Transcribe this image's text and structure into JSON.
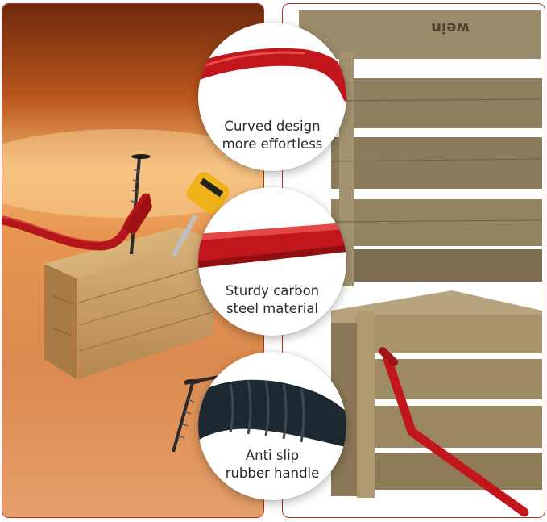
{
  "features": [
    {
      "line1": "Curved design",
      "line2": "more effortless",
      "icon": "curved-bar-closeup"
    },
    {
      "line1": "Sturdy carbon",
      "line2": "steel material",
      "icon": "steel-bar-closeup"
    },
    {
      "line1": "Anti slip",
      "line2": "rubber handle",
      "icon": "rubber-grip-closeup"
    }
  ],
  "crate_brand": "wein",
  "colors": {
    "bar_red": "#c0161c",
    "border": "#a6342a",
    "left_bg_top": "#7a2f0e",
    "left_bg_glow": "#f2b36b",
    "wood": "#c9a06a",
    "crate_wood": "#8b7a5a",
    "rubber": "#1f2a33"
  }
}
